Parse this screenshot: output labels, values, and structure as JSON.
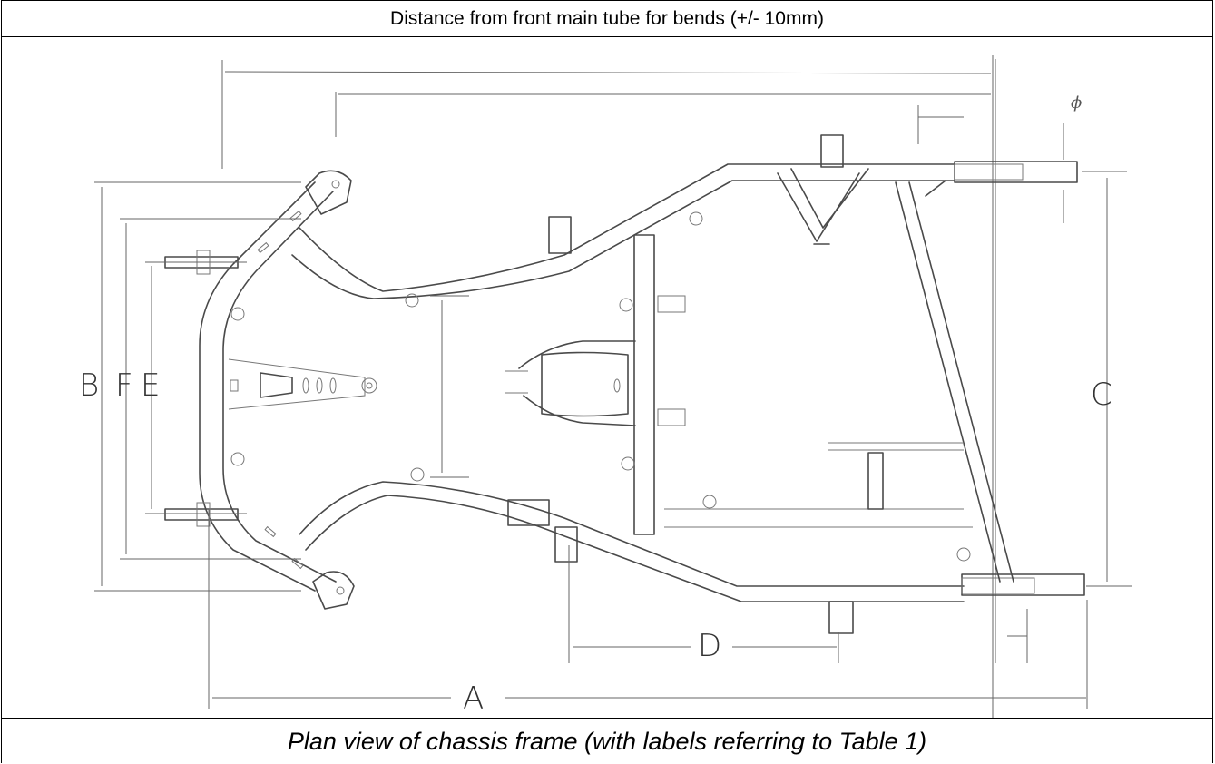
{
  "header": {
    "title": "Distance from front main tube for bends (+/- 10mm)"
  },
  "diagram": {
    "labels": {
      "a": "A",
      "b": "B",
      "c": "C",
      "d": "D",
      "e": "E",
      "f": "F",
      "phi": "ϕ"
    }
  },
  "caption": {
    "text": "Plan view of chassis frame (with labels referring to Table 1)"
  },
  "colors": {
    "line": "#4a4a4a",
    "border": "#000000"
  }
}
